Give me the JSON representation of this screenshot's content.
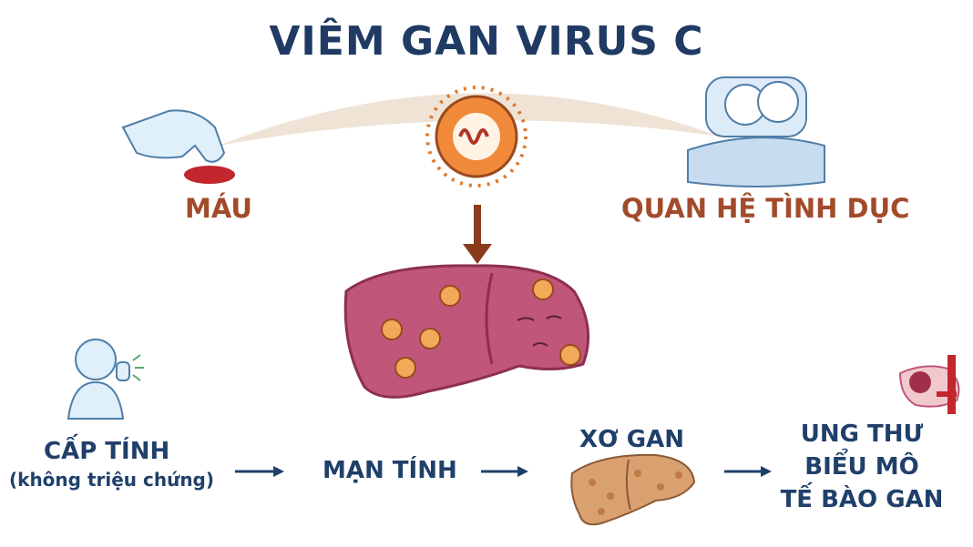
{
  "title": "VIÊM GAN VIRUS C",
  "transmission": {
    "blood": "MÁU",
    "sexual": "QUAN HỆ TÌNH DỤC"
  },
  "stages": {
    "acute_title": "CẤP TÍNH",
    "acute_note": "(không triệu chứng)",
    "chronic": "MẠN TÍNH",
    "cirrhosis": "XƠ GAN",
    "cancer_line1": "UNG THƯ",
    "cancer_line2": "BIỂU MÔ",
    "cancer_line3": "TẾ BÀO GAN"
  },
  "colors": {
    "title": "#1f3a63",
    "accent_brown": "#a24b2a",
    "liver": "#c0567a",
    "virus": "#f08a3a",
    "arc": "#efe3d6"
  }
}
